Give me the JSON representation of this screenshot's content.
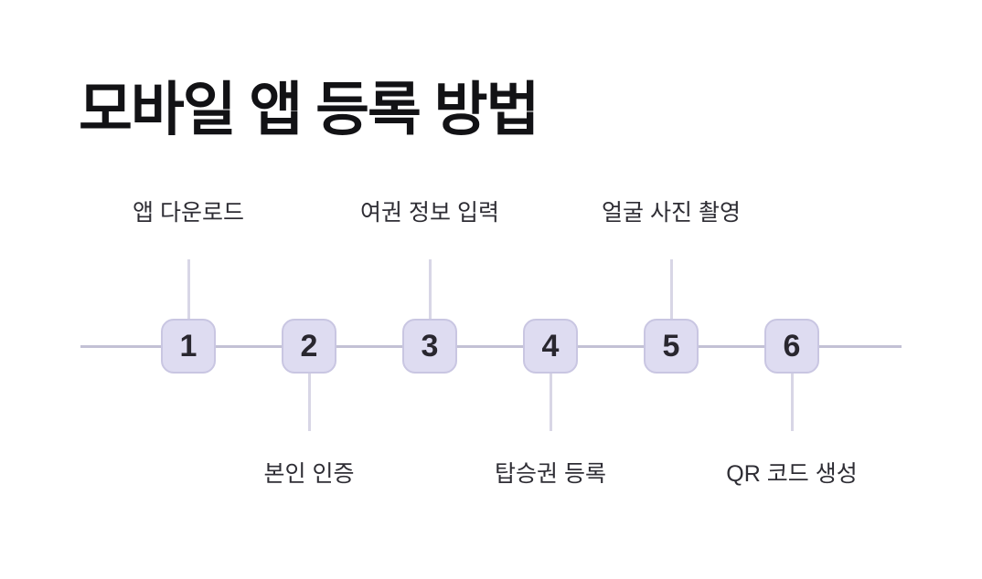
{
  "title": "모바일 앱 등록 방법",
  "timeline": {
    "steps": [
      {
        "number": "1",
        "label": "앱 다운로드",
        "label_position": "above"
      },
      {
        "number": "2",
        "label": "본인 인증",
        "label_position": "below"
      },
      {
        "number": "3",
        "label": "여권 정보 입력",
        "label_position": "above"
      },
      {
        "number": "4",
        "label": "탑승권 등록",
        "label_position": "below"
      },
      {
        "number": "5",
        "label": "얼굴 사진 촬영",
        "label_position": "above"
      },
      {
        "number": "6",
        "label": "QR 코드 생성",
        "label_position": "below"
      }
    ]
  },
  "colors": {
    "background": "#ffffff",
    "node_fill": "#dedcf1",
    "node_border": "#c9c6e2",
    "line": "#c3c1d5",
    "connector": "#d8d6e6",
    "number_text": "#29272f",
    "label_text": "#2e2d34",
    "title_text": "#121215"
  }
}
